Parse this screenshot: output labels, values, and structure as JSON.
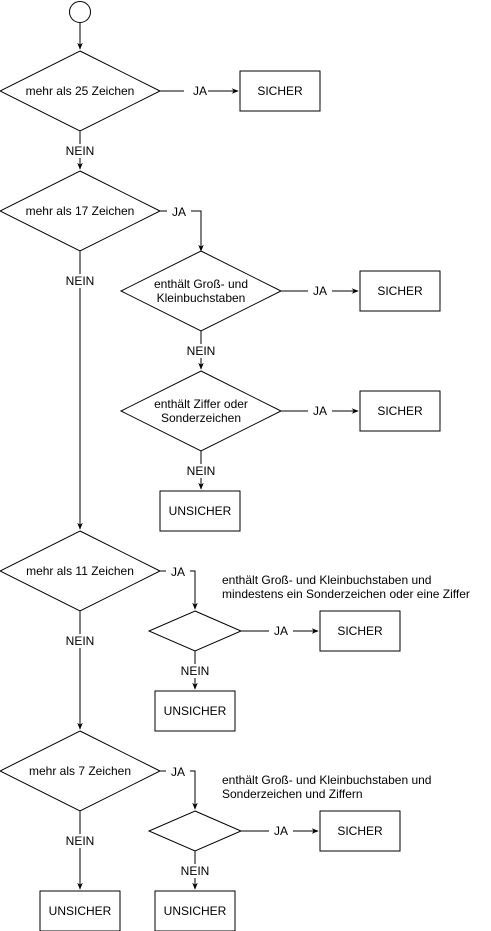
{
  "labels": {
    "yes": "JA",
    "no": "NEIN",
    "safe": "SICHER",
    "unsafe": "UNSICHER"
  },
  "decisions": {
    "d1": "mehr als 25 Zeichen",
    "d2": "mehr als 17 Zeichen",
    "d3_line1": "enthält Groß- und",
    "d3_line2": "Kleinbuchstaben",
    "d4_line1": "enthält Ziffer oder",
    "d4_line2": "Sonderzeichen",
    "d5": "mehr als 11 Zeichen",
    "d6_note_line1": "enthält Groß- und Kleinbuchstaben und",
    "d6_note_line2": "mindestens ein Sonderzeichen oder eine Ziffer",
    "d7": "mehr als 7 Zeichen",
    "d8_note_line1": "enthält Groß- und Kleinbuchstaben und",
    "d8_note_line2": "Sonderzeichen und Ziffern"
  }
}
